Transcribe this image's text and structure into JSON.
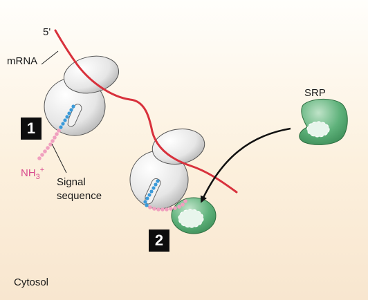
{
  "labels": {
    "five_prime": "5'",
    "mrna": "mRNA",
    "srp": "SRP",
    "nh3": "NH",
    "nh3_sub": "3",
    "nh3_sup": "+",
    "signal_line1": "Signal",
    "signal_line2": "sequence",
    "cytosol": "Cytosol"
  },
  "steps": [
    "1",
    "2"
  ],
  "colors": {
    "background_top": "#fffefb",
    "background_bottom": "#f8e6cf",
    "mrna": "#d8313c",
    "ribosome": "#d9d9d9",
    "signal_peptide_blue": "#3a9ad9",
    "signal_peptide_pink": "#f0a0bf",
    "srp": "#3e9a5e",
    "step_box": "#0d0d0d"
  }
}
